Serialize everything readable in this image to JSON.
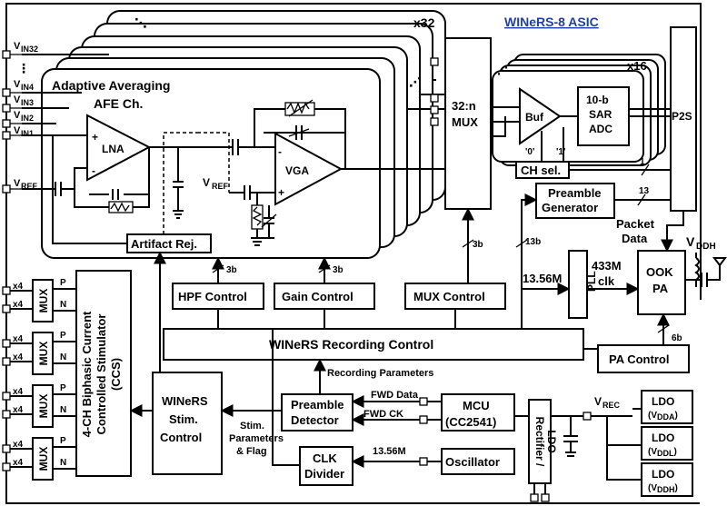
{
  "title": "WINeRS-8 ASIC",
  "colors": {
    "title": "#1f3fb0",
    "stroke": "#000000",
    "background": "#ffffff"
  },
  "afe": {
    "title_line1": "Adaptive Averaging",
    "title_line2": "AFE Ch.",
    "copies": "x32",
    "lna": "LNA",
    "vga": "VGA",
    "vref_inner": "V",
    "vref_inner_sub": "REF",
    "artifact": "Artifact Rej.",
    "plus": "+",
    "minus": "-"
  },
  "inputs": {
    "vin32": "V",
    "vin32_sub": "IN32",
    "vin4": "V",
    "vin4_sub": "IN4",
    "vin3": "V",
    "vin3_sub": "IN3",
    "vin2": "V",
    "vin2_sub": "IN2",
    "vin1": "V",
    "vin1_sub": "IN1",
    "vref": "V",
    "vref_sub": "REF",
    "dots": "⋮"
  },
  "mux": {
    "line1": "32:n",
    "line2": "MUX"
  },
  "adc": {
    "copies": "x16",
    "buf": "Buf",
    "line1": "10-b",
    "line2": "SAR",
    "line3": "ADC",
    "sel0": "'0'",
    "sel1": "'1'",
    "ch_sel": "CH sel."
  },
  "p2s": "P2S",
  "preamble_gen": {
    "line1": "Preamble",
    "line2": "Generator"
  },
  "packet": {
    "line1": "Packet",
    "line2": "Data"
  },
  "vddh": {
    "main": "V",
    "sub": "DDH"
  },
  "rf": {
    "freq_in": "13.56M",
    "pll": "PLL",
    "clk_line1": "433M",
    "clk_line2": "clk",
    "pa_line1": "OOK",
    "pa_line2": "PA"
  },
  "controls": {
    "hpf": "HPF Control",
    "gain": "Gain Control",
    "mux": "MUX Control",
    "recording": "WINeRS Recording Control",
    "pa": "PA Control"
  },
  "buses": {
    "hpf": "3b",
    "gain": "3b",
    "mux": "3b",
    "preamble": "13b",
    "pa": "6b",
    "chsel": "1",
    "pregen": "13"
  },
  "stimulator": {
    "line1": "4-CH Biphasic Current",
    "line2": "Controlled Stimulator",
    "line3": "(CCS)",
    "mux": "MUX",
    "x4": "x4",
    "p": "P",
    "n": "N"
  },
  "stim_control": {
    "line1": "WINeRS",
    "line2": "Stim.",
    "line3": "Control"
  },
  "stim_params": {
    "line1": "Stim.",
    "line2": "Parameters",
    "line3": "& Flag"
  },
  "rec_params": "Recording Parameters",
  "preamble_det": {
    "line1": "Preamble",
    "line2": "Detector"
  },
  "fwd_data": "FWD Data",
  "fwd_ck": "FWD CK",
  "mcu": {
    "line1": "MCU",
    "line2": "(CC2541)"
  },
  "clk_div": {
    "line1": "CLK",
    "line2": "Divider"
  },
  "clk_freq": "13.56M",
  "oscillator": "Oscillator",
  "rectifier": {
    "line1": "Rectifier /",
    "line2": "LDO"
  },
  "vrec": {
    "main": "V",
    "sub": "REC"
  },
  "ldos": [
    {
      "name": "LDO",
      "out": "(V",
      "sub": "DDA",
      "close": ")"
    },
    {
      "name": "LDO",
      "out": "(V",
      "sub": "DDL",
      "close": ")"
    },
    {
      "name": "LDO",
      "out": "(V",
      "sub": "DDH",
      "close": ")"
    }
  ]
}
